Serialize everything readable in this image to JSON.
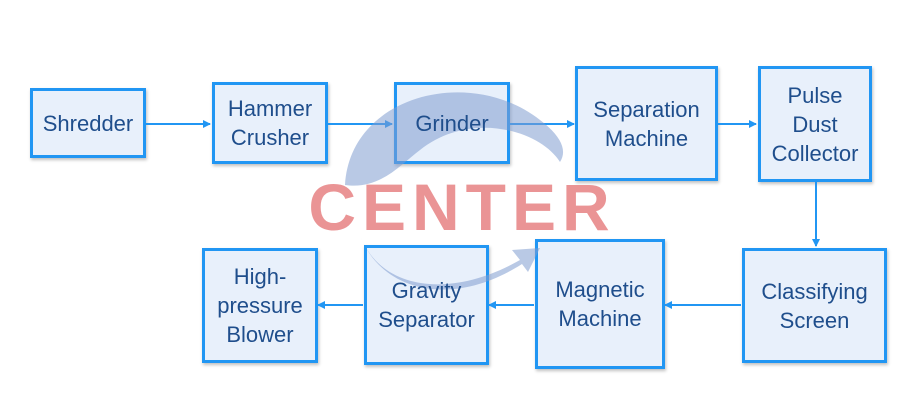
{
  "diagram": {
    "nodes": [
      {
        "id": "shredder",
        "label": "Shredder"
      },
      {
        "id": "hammer-crusher",
        "label": "Hammer\nCrusher"
      },
      {
        "id": "grinder",
        "label": "Grinder"
      },
      {
        "id": "separation-machine",
        "label": "Separation\nMachine"
      },
      {
        "id": "pulse-dust-collector",
        "label": "Pulse\nDust\nCollector"
      },
      {
        "id": "classifying-screen",
        "label": "Classifying\nScreen"
      },
      {
        "id": "magnetic-machine",
        "label": "Magnetic\nMachine"
      },
      {
        "id": "gravity-separator",
        "label": "Gravity\nSeparator"
      },
      {
        "id": "high-pressure-blower",
        "label": "High-\npressure\nBlower"
      }
    ],
    "edges": [
      [
        "shredder",
        "hammer-crusher"
      ],
      [
        "hammer-crusher",
        "grinder"
      ],
      [
        "grinder",
        "separation-machine"
      ],
      [
        "separation-machine",
        "pulse-dust-collector"
      ],
      [
        "pulse-dust-collector",
        "classifying-screen"
      ],
      [
        "classifying-screen",
        "magnetic-machine"
      ],
      [
        "magnetic-machine",
        "gravity-separator"
      ],
      [
        "gravity-separator",
        "high-pressure-blower"
      ]
    ]
  },
  "watermark": {
    "text": "CENTER",
    "color": "#e8898a",
    "swoosh_color": "#7f9ccf"
  },
  "colors": {
    "border": "#2196f3",
    "fill": "#e8f0fb",
    "text": "#1f4e8c",
    "arrow": "#2196f3"
  }
}
